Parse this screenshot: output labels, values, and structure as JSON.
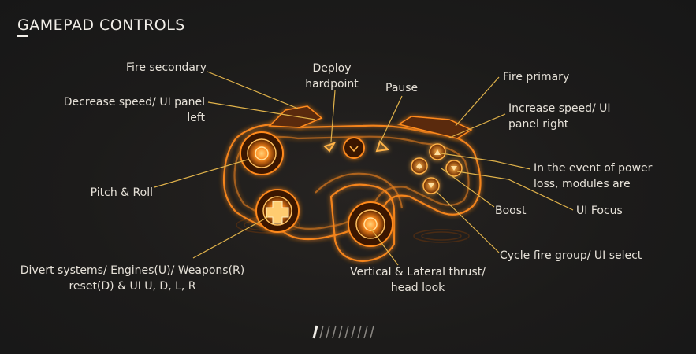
{
  "screen": {
    "title": "GAMEPAD CONTROLS"
  },
  "labels": {
    "fire_secondary": "Fire secondary",
    "deploy_hardpoint_1": "Deploy",
    "deploy_hardpoint_2": "hardpoint",
    "pause": "Pause",
    "fire_primary": "Fire primary",
    "decrease_speed_1": "Decrease speed/ UI panel",
    "decrease_speed_2": "left",
    "increase_speed_1": "Increase speed/ UI",
    "increase_speed_2": "panel right",
    "power_loss_1": "In the event of power",
    "power_loss_2": "loss, modules are",
    "pitch_roll": "Pitch & Roll",
    "boost": "Boost",
    "ui_focus": "UI Focus",
    "cycle_fire": "Cycle fire group/ UI select",
    "divert_1": "Divert systems/ Engines(U)/ Weapons(R)",
    "divert_2": "reset(D) & UI U, D, L, R",
    "vertical_1": "Vertical & Lateral thrust/",
    "vertical_2": "head look"
  },
  "pagination": {
    "current": 1,
    "total": 10
  },
  "colors": {
    "accent": "#ff8a1c",
    "glow": "#ffb347",
    "line": "#e0b24a",
    "text": "#e6e1d8"
  },
  "icons": [
    "gamepad-illustration",
    "pagination-indicator"
  ]
}
